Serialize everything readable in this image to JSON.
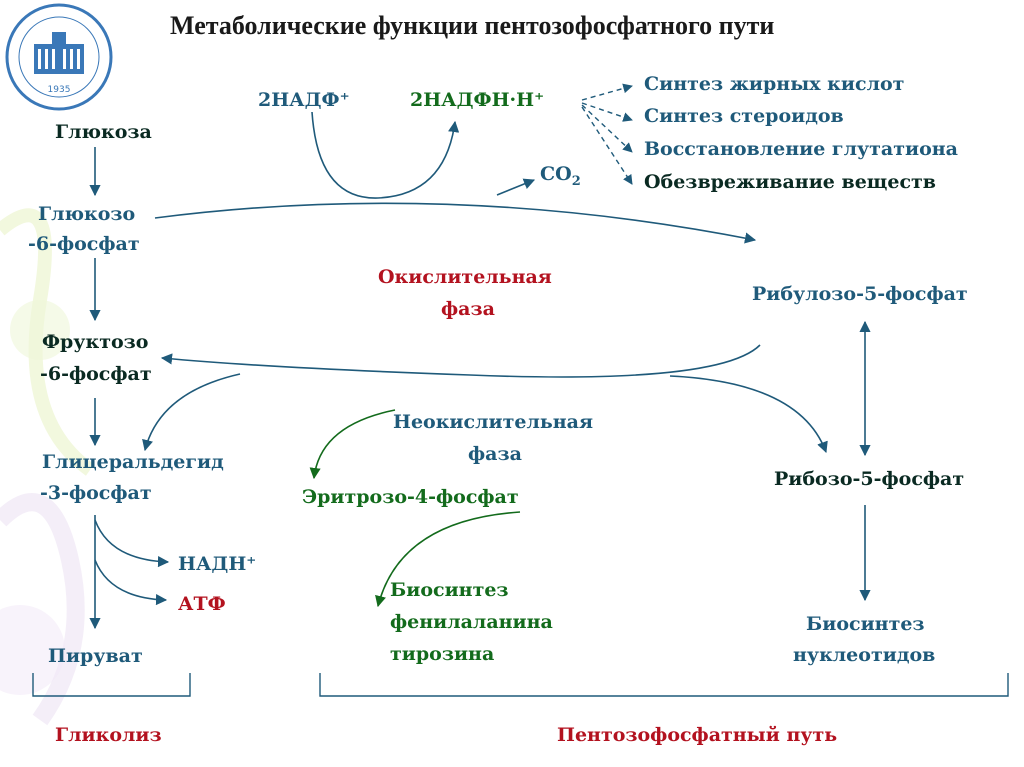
{
  "title": "Метаболические функции пентозофосфатного пути",
  "logo": {
    "year": "1935"
  },
  "glycolysis": {
    "glucose": "Глюкоза",
    "g6p_line1": "Глюкозо",
    "g6p_line2": "-6-фосфат",
    "f6p_line1": "Фруктозо",
    "f6p_line2": "-6-фосфат",
    "ga3p_line1": "Глицеральдегид",
    "ga3p_line2": "-3-фосфат",
    "nadh": "НАДН⁺",
    "atp": "АТФ",
    "pyruvate": "Пируват",
    "label": "Гликолиз"
  },
  "oxidative": {
    "nadp": "2НАДФ⁺",
    "nadph": "2НАДФН·Н⁺",
    "co2": "CO",
    "co2_sub": "2",
    "phase_line1": "Окислительная",
    "phase_line2": "фаза",
    "functions": [
      "Синтез жирных кислот",
      "Синтез стероидов",
      "Восстановление глутатиона",
      "Обезвреживание веществ"
    ]
  },
  "nonoxidative": {
    "ribulose": "Рибулозо-5-фосфат",
    "ribose": "Рибозо-5-фосфат",
    "phase_line1": "Неокислительная",
    "phase_line2": "фаза",
    "erythrose": "Эритрозо-4-фосфат",
    "phe_line1": "Биосинтез",
    "phe_line2": "фенилаланина",
    "phe_line3": "тирозина",
    "nuc_line1": "Биосинтез",
    "nuc_line2": "нуклеотидов"
  },
  "pathway_label": "Пентозофосфатный путь"
}
